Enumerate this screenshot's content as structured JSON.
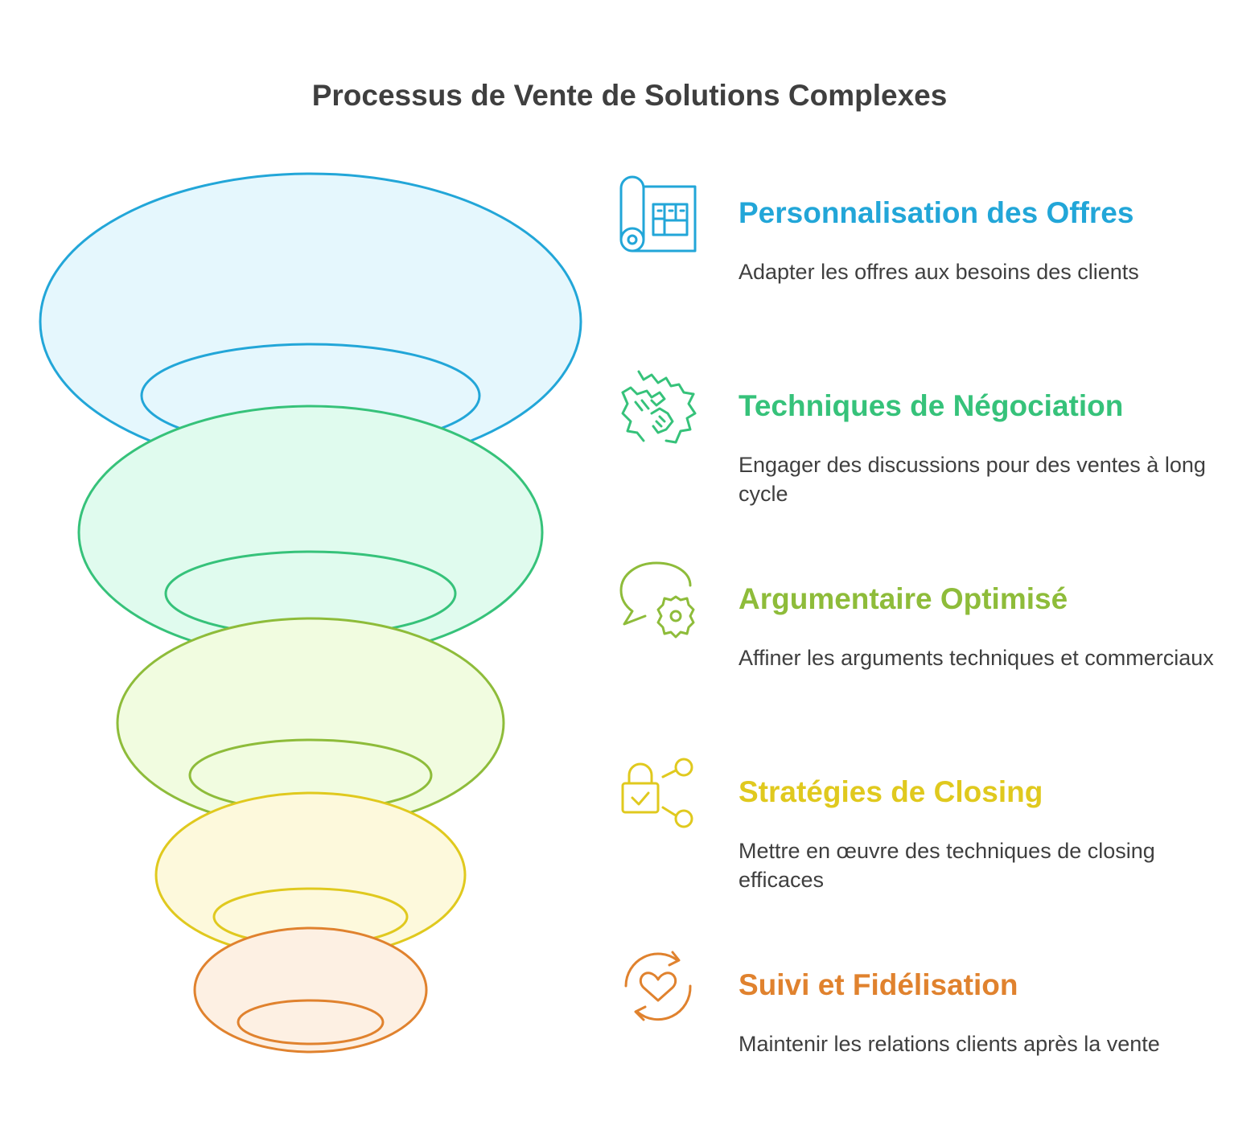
{
  "title": "Processus de Vente de Solutions Complexes",
  "colors": {
    "level1": "#22a6d8",
    "level1_fill": "#e5f7fd",
    "level2": "#36c27a",
    "level2_fill": "#e0fbee",
    "level3": "#8ebc3a",
    "level3_fill": "#f1fce0",
    "level4": "#e0c91e",
    "level4_fill": "#fdf9dc",
    "level5": "#e0822e",
    "level5_fill": "#fdf0e3",
    "text": "#3f3f3f"
  },
  "steps": [
    {
      "heading": "Personnalisation des Offres",
      "description": "Adapter les offres aux besoins des clients",
      "icon": "blueprint-icon"
    },
    {
      "heading": "Techniques de Négociation",
      "description": "Engager des discussions pour des ventes à long cycle",
      "icon": "handshake-icon"
    },
    {
      "heading": "Argumentaire Optimisé",
      "description": "Affiner les arguments techniques et commerciaux",
      "icon": "chat-gear-icon"
    },
    {
      "heading": "Stratégies de Closing",
      "description": "Mettre en œuvre des techniques de closing efficaces",
      "icon": "lock-share-icon"
    },
    {
      "heading": "Suivi et Fidélisation",
      "description": "Maintenir les relations clients après la vente",
      "icon": "heart-cycle-icon"
    }
  ]
}
